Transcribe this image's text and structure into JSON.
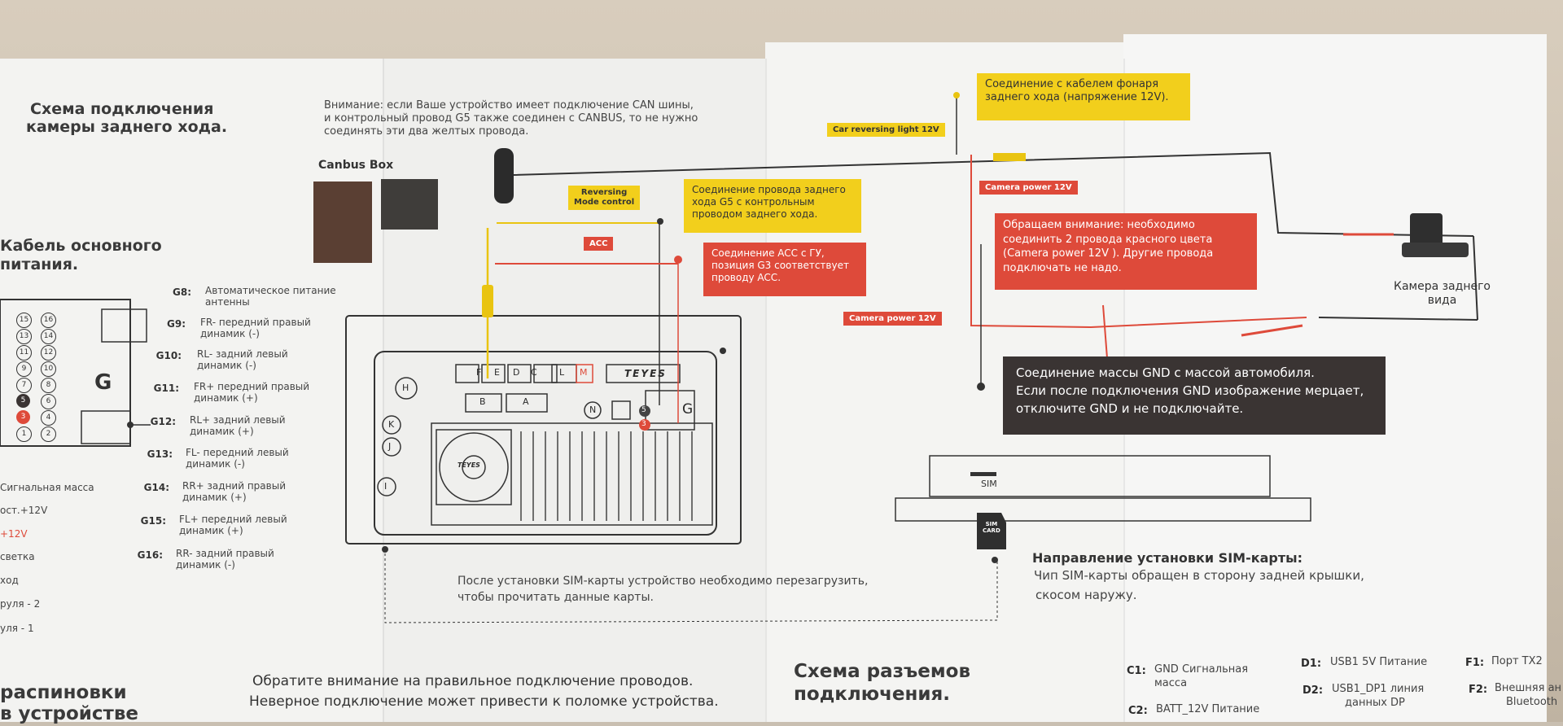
{
  "left": {
    "title_l1": "Схема подключения",
    "title_l2": "камеры заднего хода.",
    "power_title_l1": "Кабель основного",
    "power_title_l2": "питания.",
    "connector_label": "G",
    "pins": [
      {
        "code": "G8:",
        "l1": "Автоматическое питание",
        "l2": "антенны"
      },
      {
        "code": "G9:",
        "l1": "FR- передний правый",
        "l2": "динамик (-)"
      },
      {
        "code": "G10:",
        "l1": "RL- задний левый",
        "l2": "динамик (-)"
      },
      {
        "code": "G11:",
        "l1": "FR+ передний правый",
        "l2": "динамик (+)"
      },
      {
        "code": "G12:",
        "l1": "RL+ задний левый",
        "l2": "динамик (+)"
      },
      {
        "code": "G13:",
        "l1": "FL- передний левый",
        "l2": "динамик (-)"
      },
      {
        "code": "G14:",
        "l1": "RR+ задний правый",
        "l2": "динамик (+)"
      },
      {
        "code": "G15:",
        "l1": "FL+ передний левый",
        "l2": "динамик (+)"
      },
      {
        "code": "G16:",
        "l1": "RR- задний правый",
        "l2": "динамик (-)"
      }
    ],
    "pin_numbers": [
      "15",
      "16",
      "13",
      "14",
      "11",
      "12",
      "9",
      "10",
      "7",
      "8",
      "5",
      "6",
      "3",
      "4",
      "1",
      "2"
    ],
    "side_labels": [
      "Сигнальная масса",
      "ост.+12V",
      "+12V",
      "светка",
      "ход",
      "руля - 2",
      "уля - 1"
    ],
    "bottom_title_l1": "распиновки",
    "bottom_title_l2": "в устройстве"
  },
  "middle": {
    "warning_l1": "Внимание: если Ваше устройство имеет подключение CAN шины,",
    "warning_l2": "и контрольный провод G5 также соединен с CANBUS, то не нужно",
    "warning_l3": "соединять эти два желтых провода.",
    "canbus_label": "Canbus Box",
    "reversing_tag_l1": "Reversing",
    "reversing_tag_l2": "Mode control",
    "acc_tag": "ACC",
    "yellow_note_l1": "Соединение провода заднего",
    "yellow_note_l2": "хода G5 с контрольным",
    "yellow_note_l3": "проводом заднего хода.",
    "red_note_l1": "Соединение ACC с ГУ,",
    "red_note_l2": "позиция G3 соответствует",
    "red_note_l3": "проводу ACC.",
    "unit_letters": [
      "F",
      "E",
      "D",
      "C",
      "L",
      "M",
      "B",
      "A",
      "H",
      "K",
      "J",
      "I",
      "N",
      "G"
    ],
    "brand": "TEYES",
    "fan_brand": "TEYES",
    "pin5": "5",
    "pin3": "3",
    "sim_note_l1": "После установки SIM-карты устройство необходимо перезагрузить,",
    "sim_note_l2": "чтобы прочитать данные карты.",
    "bottom_note_l1": "Обратите внимание на правильное подключение проводов.",
    "bottom_note_l2": "Неверное подключение может привести к поломке устройства."
  },
  "right": {
    "car_reverse_tag": "Car reversing light 12V",
    "lamp_note_l1": "Соединение с кабелем фонаря",
    "lamp_note_l2": "заднего хода (напряжение 12V).",
    "cam_power_tag_1": "Camera power 12V",
    "cam_power_tag_2": "Camera power 12V",
    "red_warn_l1": "Обращаем внимание: необходимо",
    "red_warn_l2": "соединить 2 провода красного цвета",
    "red_warn_l3": "(Camera power 12V ). Другие провода",
    "red_warn_l4": "подключать не надо.",
    "camera_label_l1": "Камера заднего",
    "camera_label_l2": "вида",
    "gnd_l1": "Соединение массы GND с массой автомобиля.",
    "gnd_l2": "Если после подключения GND изображение мерцает,",
    "gnd_l3": "отключите GND и не подключайте.",
    "sim_slot": "SIM",
    "sim_card_l1": "SIM",
    "sim_card_l2": "CARD",
    "sim_dir_title": "Направление установки SIM-карты:",
    "sim_dir_l1": "Чип SIM-карты обращен в сторону задней крышки,",
    "sim_dir_l2": "скосом наружу.",
    "conn_title_l1": "Схема разъемов",
    "conn_title_l2": "подключения.",
    "c1_code": "C1:",
    "c1_l1": "GND Сигнальная",
    "c1_l2": "масса",
    "c2_code": "C2:",
    "c2_l1": "BATT_12V Питание",
    "d1_code": "D1:",
    "d1_l1": "USB1 5V Питание",
    "d2_code": "D2:",
    "d2_l1": "USB1_DP1 линия",
    "d2_l2": "данных DP",
    "f1_code": "F1:",
    "f1_l1": "Порт TX2",
    "f2_code": "F2:",
    "f2_l1": "Внешняя ан",
    "f2_l2": "Bluetooth"
  },
  "colors": {
    "yellow": "#f2cf1c",
    "red": "#de4a3a",
    "dark": "#3a3433",
    "wire": "#333333"
  }
}
